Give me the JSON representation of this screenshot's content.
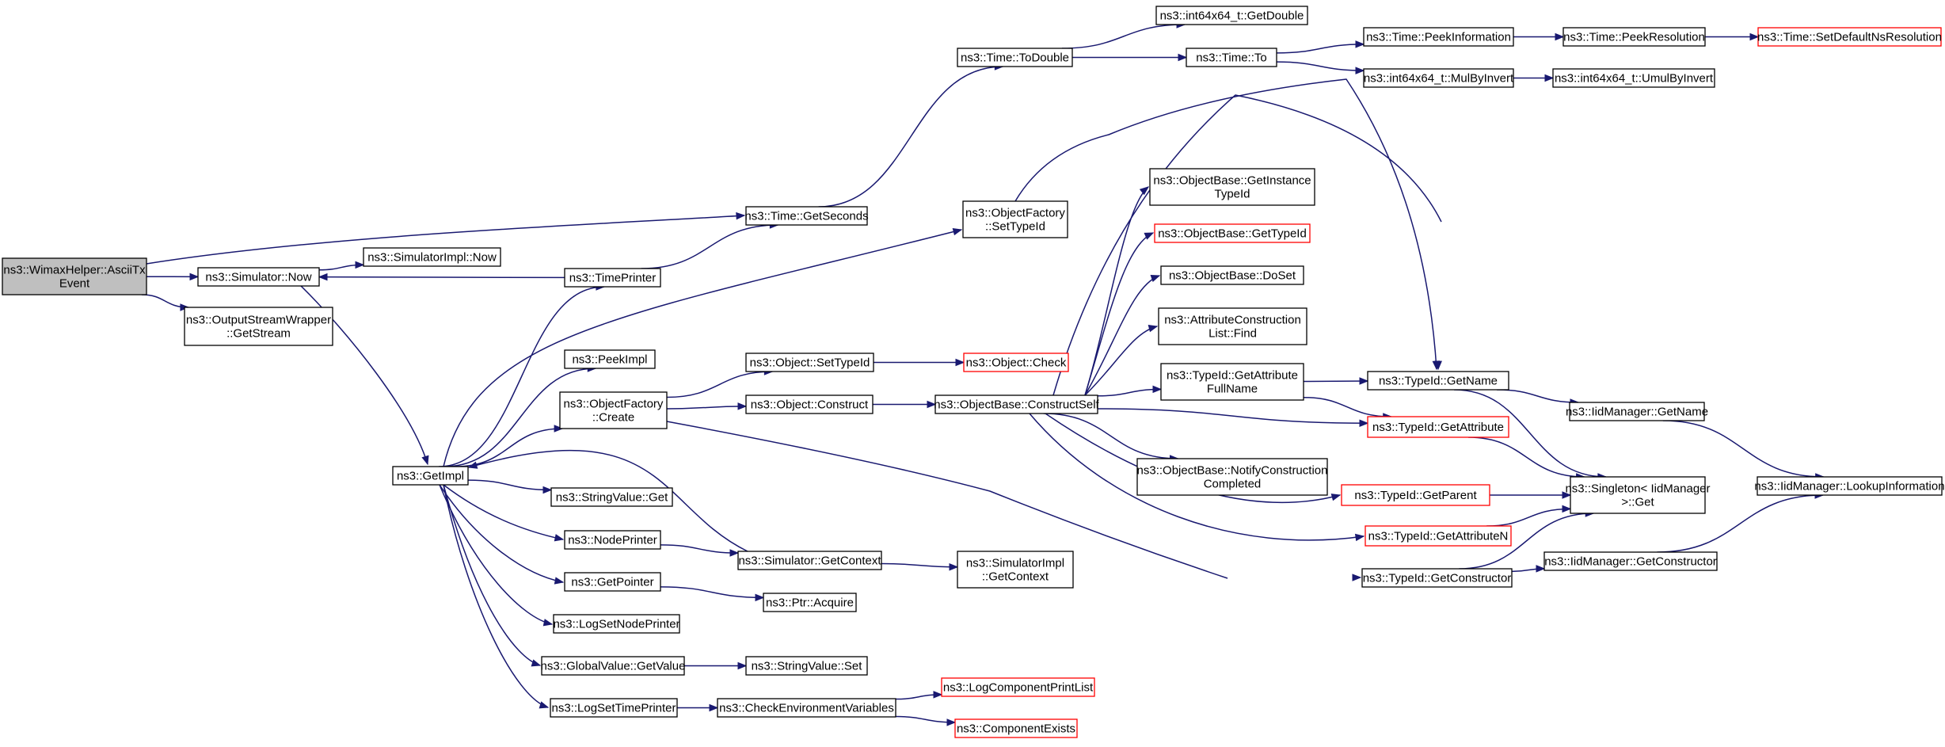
{
  "diagram": {
    "nodes": [
      {
        "id": "root",
        "lines": [
          "ns3::WimaxHelper::AsciiTx",
          "Event"
        ],
        "style": "root"
      },
      {
        "id": "simnow",
        "lines": [
          "ns3::Simulator::Now"
        ],
        "style": "normal"
      },
      {
        "id": "osw",
        "lines": [
          "ns3::OutputStreamWrapper",
          "::GetStream"
        ],
        "style": "normal"
      },
      {
        "id": "simimplnow",
        "lines": [
          "ns3::SimulatorImpl::Now"
        ],
        "style": "normal"
      },
      {
        "id": "getimpl",
        "lines": [
          "ns3::GetImpl"
        ],
        "style": "normal"
      },
      {
        "id": "timeprinter",
        "lines": [
          "ns3::TimePrinter"
        ],
        "style": "normal"
      },
      {
        "id": "peekimpl",
        "lines": [
          "ns3::PeekImpl"
        ],
        "style": "normal"
      },
      {
        "id": "ofcreate",
        "lines": [
          "ns3::ObjectFactory",
          "::Create"
        ],
        "style": "normal"
      },
      {
        "id": "svget",
        "lines": [
          "ns3::StringValue::Get"
        ],
        "style": "normal"
      },
      {
        "id": "nodeprinter",
        "lines": [
          "ns3::NodePrinter"
        ],
        "style": "normal"
      },
      {
        "id": "getpointer",
        "lines": [
          "ns3::GetPointer"
        ],
        "style": "normal"
      },
      {
        "id": "logsetnode",
        "lines": [
          "ns3::LogSetNodePrinter"
        ],
        "style": "normal"
      },
      {
        "id": "gvgetvalue",
        "lines": [
          "ns3::GlobalValue::GetValue"
        ],
        "style": "normal"
      },
      {
        "id": "logsettime",
        "lines": [
          "ns3::LogSetTimePrinter"
        ],
        "style": "normal"
      },
      {
        "id": "timegetsec",
        "lines": [
          "ns3::Time::GetSeconds"
        ],
        "style": "normal"
      },
      {
        "id": "objsettypeid",
        "lines": [
          "ns3::Object::SetTypeId"
        ],
        "style": "normal"
      },
      {
        "id": "objconstruct",
        "lines": [
          "ns3::Object::Construct"
        ],
        "style": "normal"
      },
      {
        "id": "simgetctx",
        "lines": [
          "ns3::Simulator::GetContext"
        ],
        "style": "normal"
      },
      {
        "id": "ptracquire",
        "lines": [
          "ns3::Ptr::Acquire"
        ],
        "style": "normal"
      },
      {
        "id": "svset",
        "lines": [
          "ns3::StringValue::Set"
        ],
        "style": "normal"
      },
      {
        "id": "checkenv",
        "lines": [
          "ns3::CheckEnvironmentVariables"
        ],
        "style": "normal"
      },
      {
        "id": "todouble",
        "lines": [
          "ns3::Time::ToDouble"
        ],
        "style": "normal"
      },
      {
        "id": "ofsettypeid",
        "lines": [
          "ns3::ObjectFactory",
          "::SetTypeId"
        ],
        "style": "normal"
      },
      {
        "id": "objcheck",
        "lines": [
          "ns3::Object::Check"
        ],
        "style": "red"
      },
      {
        "id": "obconstructself",
        "lines": [
          "ns3::ObjectBase::ConstructSelf"
        ],
        "style": "normal"
      },
      {
        "id": "simimplgetctx",
        "lines": [
          "ns3::SimulatorImpl",
          "::GetContext"
        ],
        "style": "normal"
      },
      {
        "id": "logcompprint",
        "lines": [
          "ns3::LogComponentPrintList"
        ],
        "style": "red"
      },
      {
        "id": "compexists",
        "lines": [
          "ns3::ComponentExists"
        ],
        "style": "red"
      },
      {
        "id": "int64getdouble",
        "lines": [
          "ns3::int64x64_t::GetDouble"
        ],
        "style": "normal"
      },
      {
        "id": "timeto",
        "lines": [
          "ns3::Time::To"
        ],
        "style": "normal"
      },
      {
        "id": "obgetinst",
        "lines": [
          "ns3::ObjectBase::GetInstance",
          "TypeId"
        ],
        "style": "normal"
      },
      {
        "id": "obgettypeid",
        "lines": [
          "ns3::ObjectBase::GetTypeId"
        ],
        "style": "red"
      },
      {
        "id": "obdoset",
        "lines": [
          "ns3::ObjectBase::DoSet"
        ],
        "style": "normal"
      },
      {
        "id": "aclfind",
        "lines": [
          "ns3::AttributeConstruction",
          "List::Find"
        ],
        "style": "normal"
      },
      {
        "id": "tidgetattrfull",
        "lines": [
          "ns3::TypeId::GetAttribute",
          "FullName"
        ],
        "style": "normal"
      },
      {
        "id": "obnotify",
        "lines": [
          "ns3::ObjectBase::NotifyConstruction",
          "Completed"
        ],
        "style": "normal"
      },
      {
        "id": "peekinfo",
        "lines": [
          "ns3::Time::PeekInformation"
        ],
        "style": "normal"
      },
      {
        "id": "mulbyinvert",
        "lines": [
          "ns3::int64x64_t::MulByInvert"
        ],
        "style": "normal"
      },
      {
        "id": "tidgetname",
        "lines": [
          "ns3::TypeId::GetName"
        ],
        "style": "normal"
      },
      {
        "id": "tidgetattr",
        "lines": [
          "ns3::TypeId::GetAttribute"
        ],
        "style": "red"
      },
      {
        "id": "tidgetparent",
        "lines": [
          "ns3::TypeId::GetParent"
        ],
        "style": "red"
      },
      {
        "id": "tidgetattrn",
        "lines": [
          "ns3::TypeId::GetAttributeN"
        ],
        "style": "red"
      },
      {
        "id": "tidgetctor",
        "lines": [
          "ns3::TypeId::GetConstructor"
        ],
        "style": "normal"
      },
      {
        "id": "peekres",
        "lines": [
          "ns3::Time::PeekResolution"
        ],
        "style": "normal"
      },
      {
        "id": "umulbyinvert",
        "lines": [
          "ns3::int64x64_t::UmulByInvert"
        ],
        "style": "normal"
      },
      {
        "id": "iidgetname",
        "lines": [
          "ns3::IidManager::GetName"
        ],
        "style": "normal"
      },
      {
        "id": "singletonget",
        "lines": [
          "ns3::Singleton< IidManager",
          " >::Get"
        ],
        "style": "normal"
      },
      {
        "id": "iidgetctor",
        "lines": [
          "ns3::IidManager::GetConstructor"
        ],
        "style": "normal"
      },
      {
        "id": "setdefaultns",
        "lines": [
          "ns3::Time::SetDefaultNsResolution"
        ],
        "style": "red"
      },
      {
        "id": "lookupinfo",
        "lines": [
          "ns3::IidManager::LookupInformation"
        ],
        "style": "normal"
      }
    ],
    "edges": [
      [
        "root",
        "simnow"
      ],
      [
        "root",
        "osw"
      ],
      [
        "root",
        "timegetsec"
      ],
      [
        "simnow",
        "simimplnow"
      ],
      [
        "simnow",
        "getimpl"
      ],
      [
        "getimpl",
        "timeprinter"
      ],
      [
        "getimpl",
        "peekimpl"
      ],
      [
        "getimpl",
        "ofcreate"
      ],
      [
        "getimpl",
        "svget"
      ],
      [
        "getimpl",
        "nodeprinter"
      ],
      [
        "getimpl",
        "getpointer"
      ],
      [
        "getimpl",
        "logsetnode"
      ],
      [
        "getimpl",
        "gvgetvalue"
      ],
      [
        "getimpl",
        "logsettime"
      ],
      [
        "getimpl",
        "ofsettypeid"
      ],
      [
        "timeprinter",
        "simnow"
      ],
      [
        "timeprinter",
        "timegetsec"
      ],
      [
        "ofcreate",
        "objsettypeid"
      ],
      [
        "ofcreate",
        "objconstruct"
      ],
      [
        "ofcreate",
        "tidgetctor"
      ],
      [
        "nodeprinter",
        "simgetctx"
      ],
      [
        "simgetctx",
        "getimpl"
      ],
      [
        "simgetctx",
        "simimplgetctx"
      ],
      [
        "getpointer",
        "ptracquire"
      ],
      [
        "gvgetvalue",
        "svset"
      ],
      [
        "logsettime",
        "checkenv"
      ],
      [
        "checkenv",
        "logcompprint"
      ],
      [
        "checkenv",
        "compexists"
      ],
      [
        "timegetsec",
        "todouble"
      ],
      [
        "todouble",
        "int64getdouble"
      ],
      [
        "todouble",
        "timeto"
      ],
      [
        "timeto",
        "peekinfo"
      ],
      [
        "timeto",
        "mulbyinvert"
      ],
      [
        "peekinfo",
        "peekres"
      ],
      [
        "peekres",
        "setdefaultns"
      ],
      [
        "mulbyinvert",
        "umulbyinvert"
      ],
      [
        "ofsettypeid",
        "tidgetname"
      ],
      [
        "objsettypeid",
        "objcheck"
      ],
      [
        "objconstruct",
        "obconstructself"
      ],
      [
        "obconstructself",
        "obgetinst"
      ],
      [
        "obconstructself",
        "obgettypeid"
      ],
      [
        "obconstructself",
        "obdoset"
      ],
      [
        "obconstructself",
        "aclfind"
      ],
      [
        "obconstructself",
        "tidgetattrfull"
      ],
      [
        "obconstructself",
        "tidgetname"
      ],
      [
        "obconstructself",
        "tidgetattr"
      ],
      [
        "obconstructself",
        "obnotify"
      ],
      [
        "obconstructself",
        "tidgetparent"
      ],
      [
        "obconstructself",
        "tidgetattrn"
      ],
      [
        "tidgetattrfull",
        "tidgetname"
      ],
      [
        "tidgetattrfull",
        "tidgetattr"
      ],
      [
        "tidgetname",
        "iidgetname"
      ],
      [
        "tidgetname",
        "singletonget"
      ],
      [
        "tidgetattr",
        "singletonget"
      ],
      [
        "tidgetparent",
        "singletonget"
      ],
      [
        "tidgetattrn",
        "singletonget"
      ],
      [
        "tidgetctor",
        "singletonget"
      ],
      [
        "tidgetctor",
        "iidgetctor"
      ],
      [
        "iidgetname",
        "lookupinfo"
      ],
      [
        "iidgetctor",
        "lookupinfo"
      ]
    ]
  }
}
